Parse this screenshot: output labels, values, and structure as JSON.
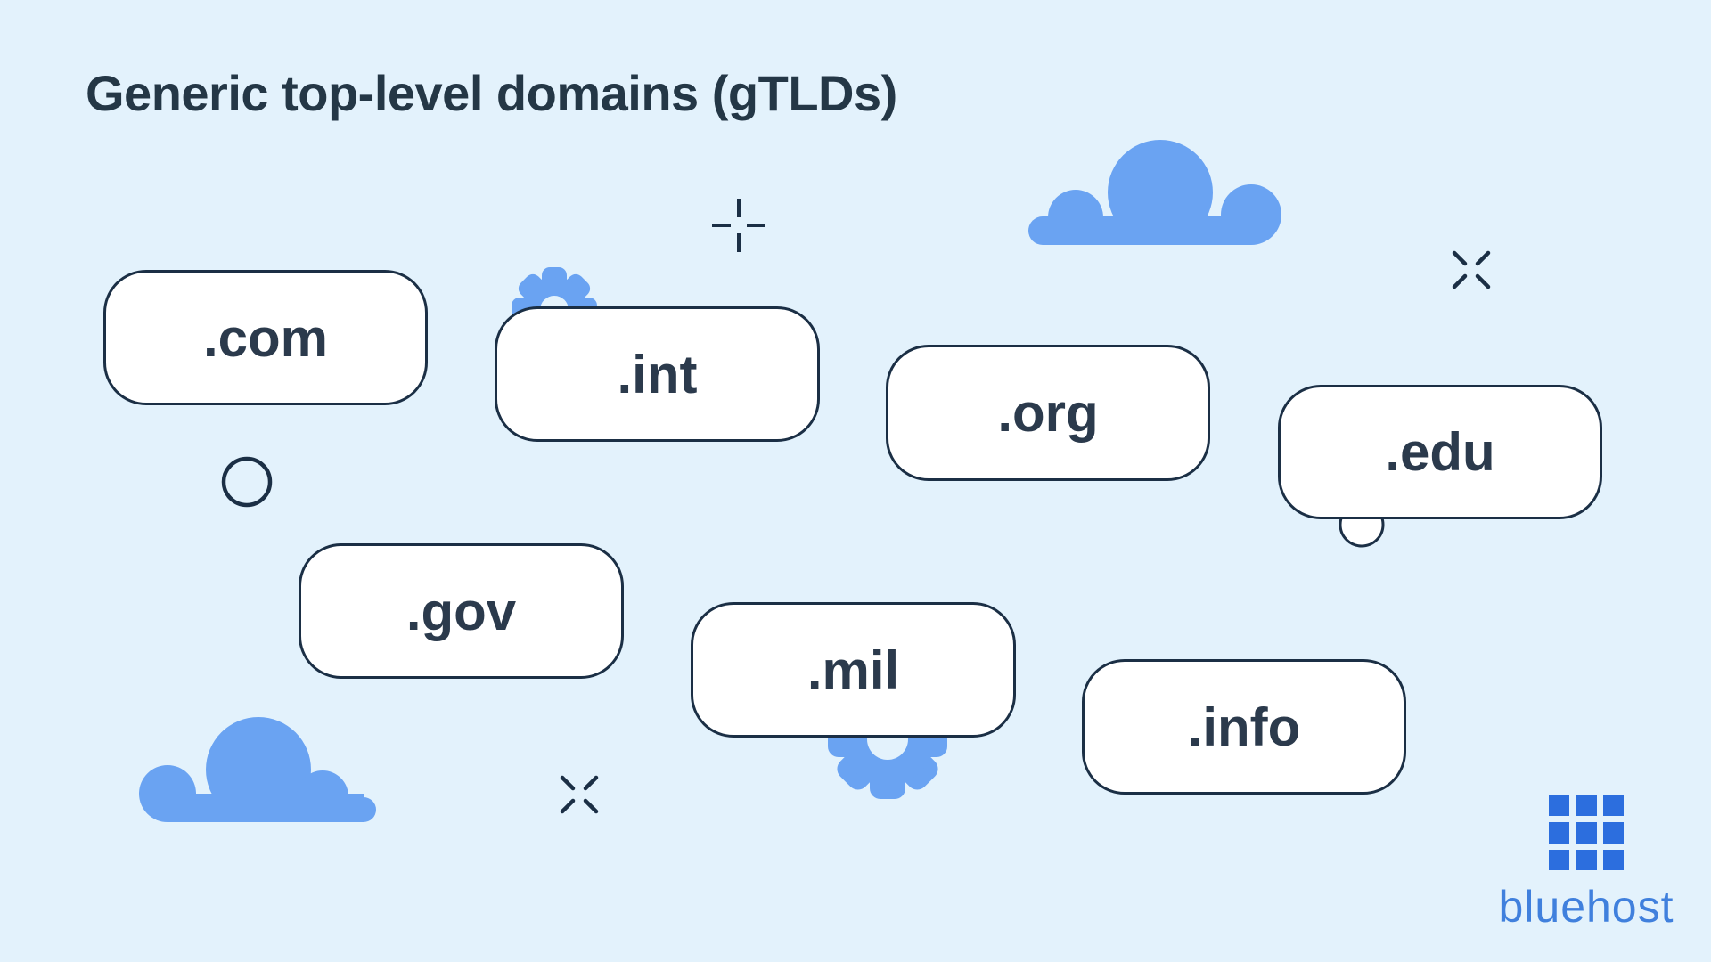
{
  "title": "Generic top-level domains (gTLDs)",
  "pills": [
    {
      "label": ".com"
    },
    {
      "label": ".int"
    },
    {
      "label": ".org"
    },
    {
      "label": ".edu"
    },
    {
      "label": ".gov"
    },
    {
      "label": ".mil"
    },
    {
      "label": ".info"
    }
  ],
  "brand": {
    "name": "bluehost"
  },
  "decor": {
    "cloud_count": 2,
    "gear_count": 2,
    "sparkle_plus_count": 1,
    "sparkle_x_count": 2,
    "circle_count": 2
  },
  "colors": {
    "background": "#e3f2fc",
    "pill_fill": "#ffffff",
    "outline_navy": "#1b2f45",
    "text_navy": "#2b3a4c",
    "title_navy": "#243746",
    "decor_blue": "#6aa3f2",
    "brand_square_blue": "#2c6ede",
    "brand_text_blue": "#4080dd"
  }
}
